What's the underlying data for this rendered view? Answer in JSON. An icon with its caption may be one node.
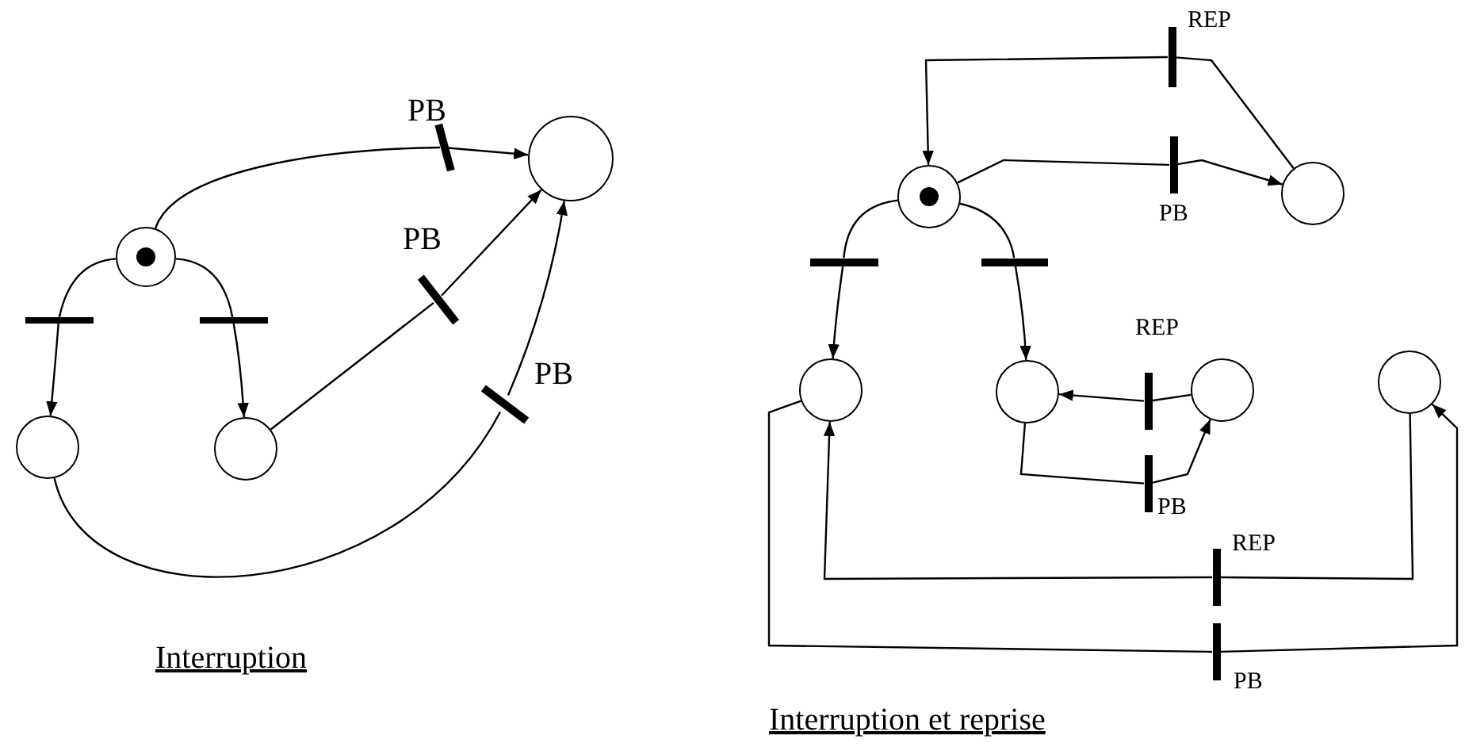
{
  "diagram": {
    "nodes": [
      {
        "text": [],
        "shape": "circle"
      },
      {
        "text": [],
        "shape": "circle"
      },
      {
        "text": [],
        "shape": "bar"
      },
      {
        "text": [],
        "shape": "bar"
      },
      {
        "text": [],
        "shape": "circle"
      },
      {
        "text": [],
        "shape": "circle"
      },
      {
        "text": [],
        "shape": "bar",
        "beside": [
          "PB"
        ]
      },
      {
        "text": [],
        "shape": "bar",
        "beside": [
          "PB"
        ]
      },
      {
        "text": [],
        "shape": "bar",
        "beside": [
          "PB"
        ]
      },
      {
        "text": [],
        "shape": "bar",
        "beside": [
          "REP"
        ]
      },
      {
        "text": [],
        "shape": "circle"
      },
      {
        "text": [],
        "shape": "bar",
        "beside": [
          "PB"
        ]
      },
      {
        "text": [],
        "shape": "circle"
      },
      {
        "text": [],
        "shape": "bar"
      },
      {
        "text": [],
        "shape": "bar"
      },
      {
        "text": [],
        "shape": "circle"
      },
      {
        "text": [],
        "shape": "circle"
      },
      {
        "text": [],
        "shape": "bar",
        "beside": [
          "REP"
        ]
      },
      {
        "text": [],
        "shape": "circle"
      },
      {
        "text": [],
        "shape": "circle"
      },
      {
        "text": [],
        "shape": "bar",
        "beside": [
          "PB"
        ]
      },
      {
        "text": [],
        "shape": "bar",
        "beside": [
          "REP"
        ]
      },
      {
        "text": [],
        "shape": "bar",
        "beside": [
          "PB"
        ]
      }
    ],
    "edges": [
      {
        "from": 0,
        "to": 2,
        "arrow": "none"
      },
      {
        "from": 2,
        "to": 4,
        "arrow": "to"
      },
      {
        "from": 0,
        "to": 3,
        "arrow": "none"
      },
      {
        "from": 3,
        "to": 5,
        "arrow": "to"
      },
      {
        "from": 0,
        "to": 6,
        "arrow": "none"
      },
      {
        "from": 6,
        "to": 1,
        "arrow": "to"
      },
      {
        "from": 5,
        "to": 7,
        "arrow": "none"
      },
      {
        "from": 7,
        "to": 1,
        "arrow": "to"
      },
      {
        "from": 4,
        "to": 8,
        "arrow": "none"
      },
      {
        "from": 8,
        "to": 1,
        "arrow": "to"
      },
      {
        "from": 12,
        "to": 9,
        "arrow": "none"
      },
      {
        "from": 9,
        "to": 10,
        "arrow": "to"
      },
      {
        "from": 10,
        "to": 11,
        "arrow": "none"
      },
      {
        "from": 11,
        "to": 12,
        "arrow": "to"
      },
      {
        "from": 10,
        "to": 13,
        "arrow": "none"
      },
      {
        "from": 13,
        "to": 15,
        "arrow": "to"
      },
      {
        "from": 10,
        "to": 14,
        "arrow": "none"
      },
      {
        "from": 14,
        "to": 16,
        "arrow": "to"
      },
      {
        "from": 18,
        "to": 17,
        "arrow": "none"
      },
      {
        "from": 17,
        "to": 16,
        "arrow": "to"
      },
      {
        "from": 16,
        "to": 20,
        "arrow": "none"
      },
      {
        "from": 20,
        "to": 18,
        "arrow": "to"
      },
      {
        "from": 19,
        "to": 21,
        "arrow": "none"
      },
      {
        "from": 21,
        "to": 15,
        "arrow": "to"
      },
      {
        "from": 15,
        "to": 22,
        "arrow": "none"
      },
      {
        "from": 22,
        "to": 19,
        "arrow": "to"
      }
    ],
    "labels": [
      "Interruption",
      "Interruption et reprise"
    ]
  }
}
